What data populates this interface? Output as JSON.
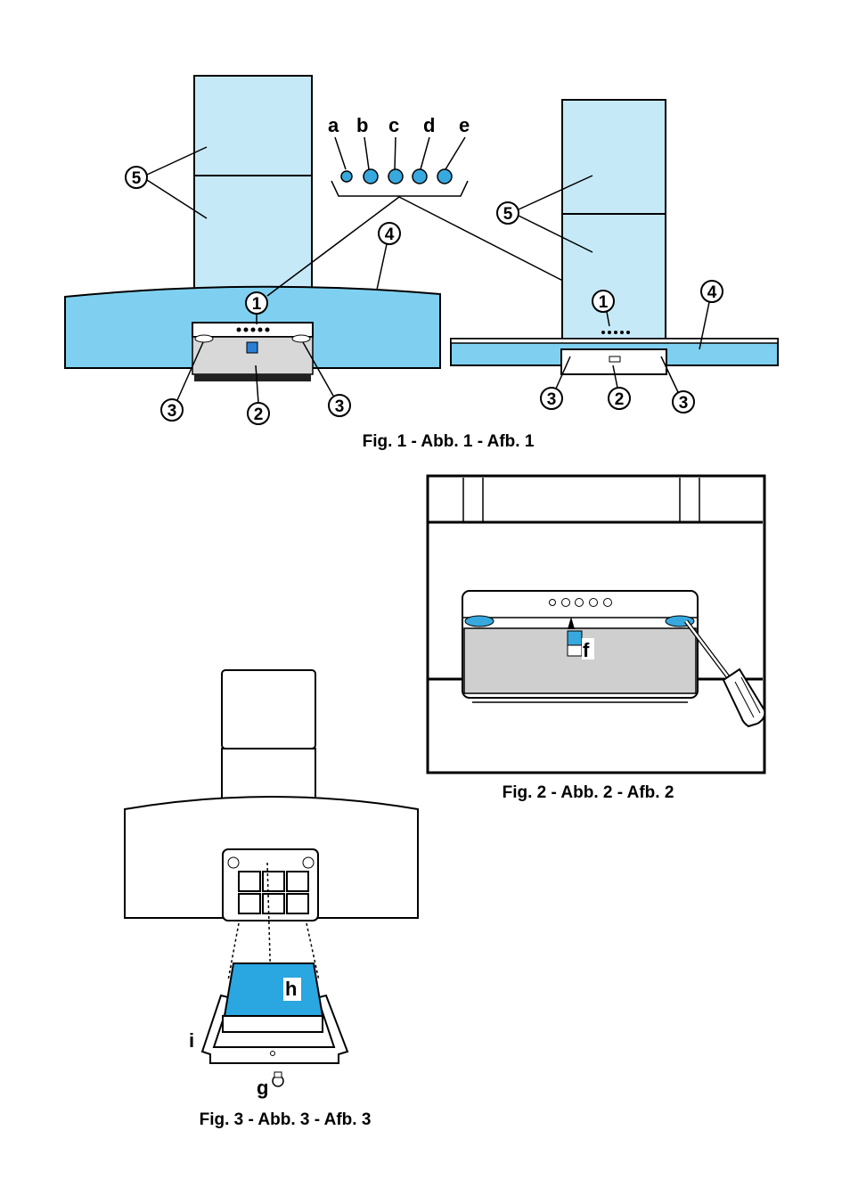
{
  "figures": [
    {
      "id": "fig1",
      "caption": "Fig. 1 - Abb. 1 - Afb. 1"
    },
    {
      "id": "fig2",
      "caption": "Fig. 2 - Abb. 2 - Afb. 2"
    },
    {
      "id": "fig3",
      "caption": "Fig. 3 - Abb. 3 - Afb. 3"
    }
  ],
  "button_letters": [
    "a",
    "b",
    "c",
    "d",
    "e"
  ],
  "part_numbers": {
    "n1": "1",
    "n2": "2",
    "n3": "3",
    "n4": "4",
    "n5": "5"
  },
  "letters": {
    "f": "f",
    "g": "g",
    "h": "h",
    "i": "i"
  },
  "colors": {
    "glass": "#c6e9f7",
    "canopy": "#7fd0f0",
    "button": "#38a9de",
    "filter": "#2aa6e0"
  }
}
